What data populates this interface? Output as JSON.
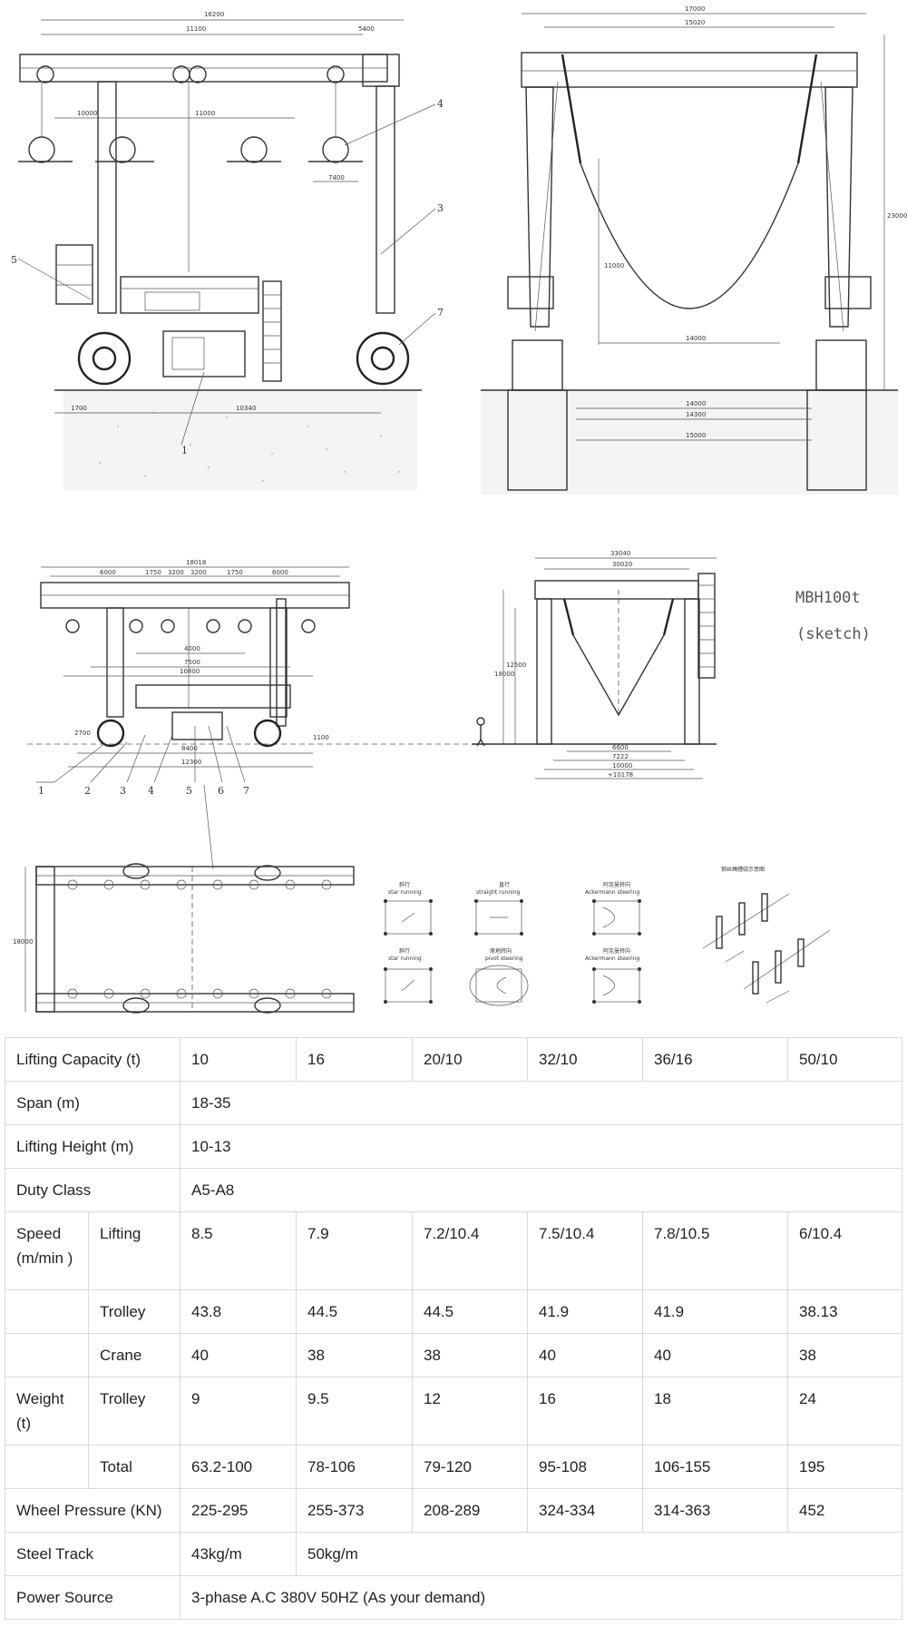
{
  "drawing": {
    "sketch_title": "MBH100t",
    "sketch_subtitle": "(sketch)",
    "callouts": [
      "1",
      "2",
      "3",
      "4",
      "5",
      "6",
      "7"
    ],
    "diagrams": [
      {
        "cn": "斜行",
        "en": "star running"
      },
      {
        "cn": "直行",
        "en": "straight running"
      },
      {
        "cn": "阿克曼转向",
        "en": "Ackermann steering"
      },
      {
        "cn": "斜行",
        "en": "star running"
      },
      {
        "cn": "原地转向",
        "en": "pivot steering"
      },
      {
        "cn": "阿克曼转向",
        "en": "Ackermann steering"
      }
    ],
    "rope_title": "钢丝绳缠绕示意图"
  },
  "table": {
    "capacity_label": "Lifting Capacity (t)",
    "capacities": [
      "10",
      "16",
      "20/10",
      "32/10",
      "36/16",
      "50/10"
    ],
    "span_label": "Span (m)",
    "span_value": "18-35",
    "height_label": "Lifting Height (m)",
    "height_value": "10-13",
    "duty_label": "Duty Class",
    "duty_value": "A5-A8",
    "speed_label": "Speed (m/min )",
    "speed_rows": [
      {
        "label": "Lifting",
        "values": [
          "8.5",
          "7.9",
          "7.2/10.4",
          "7.5/10.4",
          "7.8/10.5",
          "6/10.4"
        ]
      },
      {
        "label": "Trolley",
        "values": [
          "43.8",
          "44.5",
          "44.5",
          "41.9",
          "41.9",
          "38.13"
        ]
      },
      {
        "label": "Crane",
        "values": [
          "40",
          "38",
          "38",
          "40",
          "40",
          "38"
        ]
      }
    ],
    "weight_label": "Weight (t)",
    "weight_rows": [
      {
        "label": "Trolley",
        "values": [
          "9",
          "9.5",
          "12",
          "16",
          "18",
          "24"
        ]
      },
      {
        "label": "Total",
        "values": [
          "63.2-100",
          "78-106",
          "79-120",
          "95-108",
          "106-155",
          "195"
        ]
      }
    ],
    "wheel_label": "Wheel Pressure (KN)",
    "wheel_values": [
      "225-295",
      "255-373",
      "208-289",
      "324-334",
      "314-363",
      "452"
    ],
    "track_label": "Steel Track",
    "track_values": [
      "43kg/m",
      "50kg/m"
    ],
    "power_label": "Power Source",
    "power_value": "3-phase A.C 380V 50HZ (As your demand)"
  }
}
